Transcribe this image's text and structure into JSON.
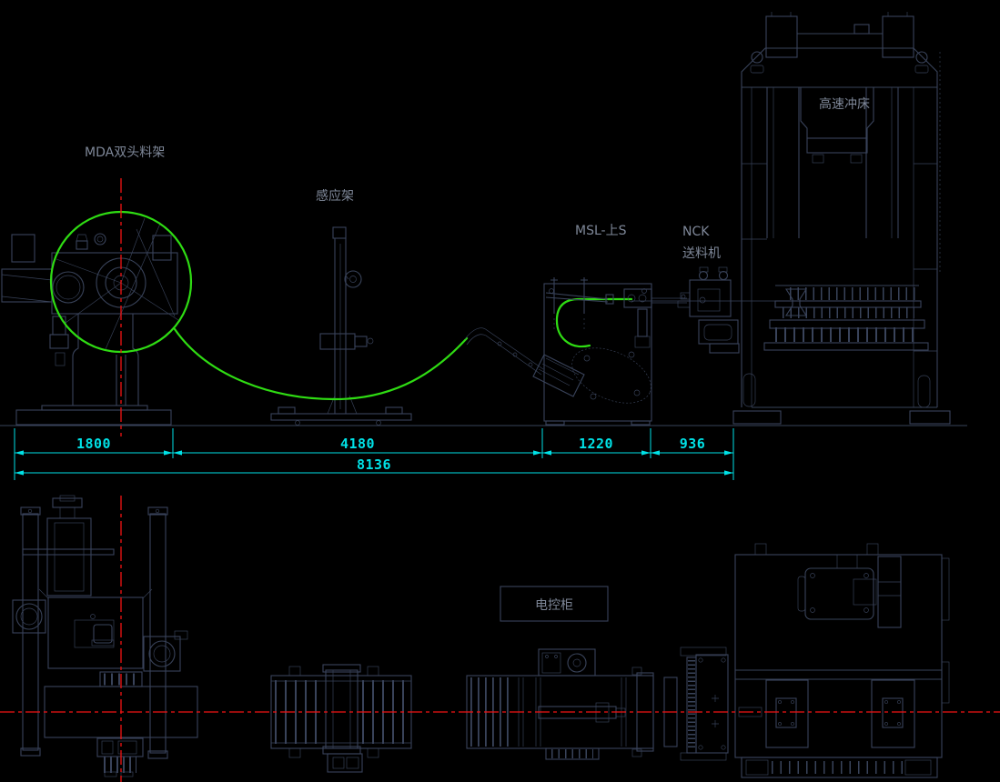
{
  "drawing": {
    "type": "press-line layout CAD drawing",
    "views": [
      "front elevation",
      "top plan"
    ]
  },
  "labels": {
    "decoiler": "MDA双头料架",
    "sensor_stand": "感应架",
    "straightener": "MSL-上S",
    "feeder_line1": "NCK",
    "feeder_line2": "送料机",
    "press": "高速冲床",
    "cabinet": "电控柜"
  },
  "dimensions": {
    "items": [
      {
        "value": "1800"
      },
      {
        "value": "4180"
      },
      {
        "value": "1220"
      },
      {
        "value": "936"
      }
    ],
    "overall": {
      "value": "8136"
    }
  },
  "colors": {
    "bg": "#000000",
    "line": "#39435a",
    "label": "#7e8798",
    "green": "#2fdc13",
    "red": "#f21313",
    "cyan": "#00e1e6"
  }
}
